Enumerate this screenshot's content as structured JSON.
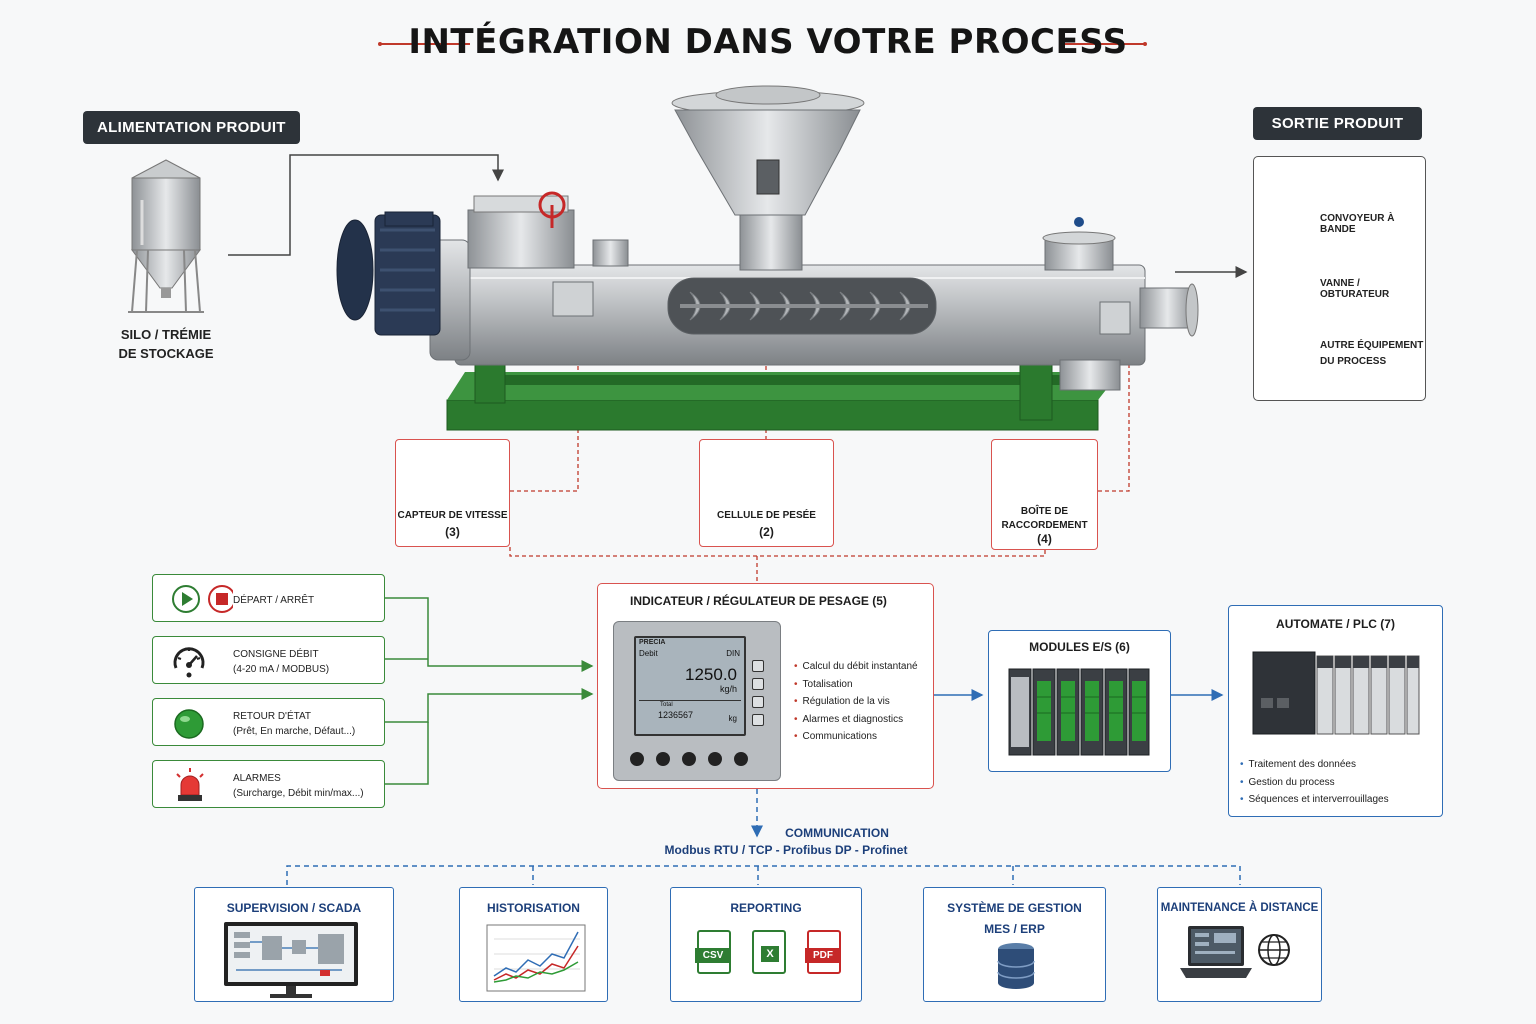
{
  "title": "INTÉGRATION DANS VOTRE PROCESS",
  "inlet": {
    "tag": "ALIMENTATION PRODUIT",
    "silo_label_1": "SILO / TRÉMIE",
    "silo_label_2": "DE STOCKAGE"
  },
  "outlet": {
    "tag": "SORTIE PRODUIT",
    "items": [
      {
        "label_1": "CONVOYEUR À BANDE",
        "label_2": ""
      },
      {
        "label_1": "VANNE / OBTURATEUR",
        "label_2": ""
      },
      {
        "label_1": "AUTRE ÉQUIPEMENT",
        "label_2": "DU PROCESS"
      }
    ]
  },
  "sensors": [
    {
      "name_1": "CAPTEUR DE VITESSE",
      "name_2": "",
      "number": "(3)"
    },
    {
      "name_1": "CELLULE DE PESÉE",
      "name_2": "",
      "number": "(2)"
    },
    {
      "name_1": "BOÎTE DE",
      "name_2": "RACCORDEMENT",
      "number": "(4)"
    }
  ],
  "signals": [
    {
      "line_1": "DÉPART / ARRÊT",
      "line_2": ""
    },
    {
      "line_1": "CONSIGNE DÉBIT",
      "line_2": "(4-20 mA / MODBUS)"
    },
    {
      "line_1": "RETOUR D'ÉTAT",
      "line_2": "(Prêt, En marche, Défaut...)"
    },
    {
      "line_1": "ALARMES",
      "line_2": "(Surcharge, Débit min/max...)"
    }
  ],
  "indicator": {
    "title": "INDICATEUR / RÉGULATEUR DE PESAGE (5)",
    "features": [
      "Calcul du débit instantané",
      "Totalisation",
      "Régulation de la vis",
      "Alarmes et diagnostics",
      "Communications"
    ],
    "screen": {
      "brand": "PRECIA",
      "mode": "Debit",
      "unit_top": "DIN",
      "value": "1250.0",
      "value_unit": "kg/h",
      "total_label": "Total",
      "total_value": "1236567",
      "total_unit": "kg"
    }
  },
  "io_modules": {
    "title": "MODULES E/S (6)"
  },
  "plc": {
    "title": "AUTOMATE / PLC (7)",
    "features": [
      "Traitement des données",
      "Gestion du process",
      "Séquences et interverrouillages"
    ]
  },
  "communication": {
    "title": "COMMUNICATION",
    "protocols": "Modbus RTU / TCP - Profibus DP - Profinet"
  },
  "systems": [
    {
      "title_1": "SUPERVISION / SCADA",
      "title_2": ""
    },
    {
      "title_1": "HISTORISATION",
      "title_2": ""
    },
    {
      "title_1": "REPORTING",
      "title_2": "",
      "formats": [
        "CSV",
        "X",
        "PDF"
      ]
    },
    {
      "title_1": "SYSTÈME DE GESTION",
      "title_2": "MES / ERP"
    },
    {
      "title_1": "MAINTENANCE À DISTANCE",
      "title_2": ""
    }
  ],
  "colors": {
    "accent_red": "#d9534f",
    "signal_green": "#3a8a3a",
    "comm_blue": "#2f6db5",
    "frame_green": "#2b7a2e",
    "steel": "#b9bcbf"
  }
}
